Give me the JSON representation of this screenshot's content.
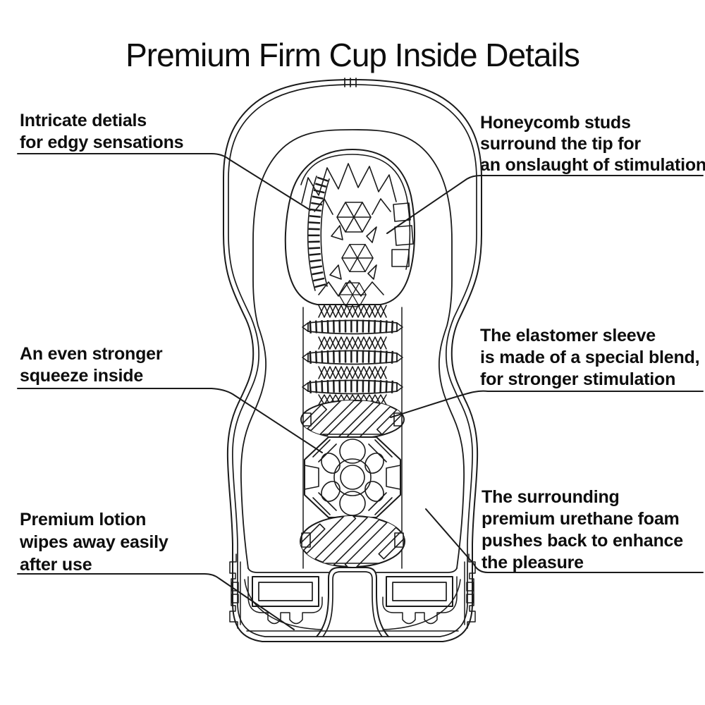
{
  "title": "Premium Firm Cup Inside Details",
  "colors": {
    "background": "#ffffff",
    "line": "#1a1a1a",
    "text": "#0d0d0d"
  },
  "callouts": {
    "top_left": {
      "lines": [
        "Intricate detials",
        "for edgy sensations"
      ]
    },
    "top_right": {
      "lines": [
        "Honeycomb studs",
        "surround the tip for",
        "an onslaught of stimulation"
      ]
    },
    "mid_left": {
      "lines": [
        "An even stronger",
        "squeeze inside"
      ]
    },
    "mid_right": {
      "lines": [
        "The elastomer sleeve",
        "is made of a special blend,",
        "for stronger stimulation"
      ]
    },
    "bottom_left": {
      "lines": [
        "Premium lotion",
        "wipes away easily",
        "after use"
      ]
    },
    "bottom_right": {
      "lines": [
        "The surrounding",
        "premium urethane foam",
        "pushes back to enhance",
        "the pleasure"
      ]
    }
  }
}
